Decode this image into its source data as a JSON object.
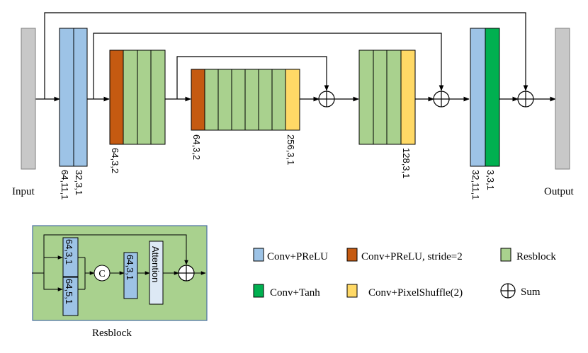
{
  "labels": {
    "input": "Input",
    "output": "Output",
    "resblock_caption": "Resblock"
  },
  "layer_params": {
    "first_a": "64,11,1",
    "first_b": "32,3,1",
    "down1": "64,3,2",
    "down2": "64,3,2",
    "shuffle_a": "256,3,1",
    "shuffle_b": "128,3,1",
    "last_a": "32,11,1",
    "last_b": "3,3,1"
  },
  "resblock_detail": {
    "conv_top": "64,3,1",
    "conv_bottom": "64,5,1",
    "concat_symbol": "C",
    "conv_mid": "64,3,1",
    "attention": "Attention"
  },
  "legend": {
    "conv_prelu": "Conv+PReLU",
    "conv_prelu_s2": "Conv+PReLU, stride=2",
    "resblock": "Resblock",
    "conv_tanh": "Conv+Tanh",
    "conv_pixelshuffle": "Conv+PixelShuffle(2)",
    "sum": "Sum"
  },
  "colors": {
    "gray": "#c8c8c8",
    "blue": "#9dc3e6",
    "orange": "#c55a11",
    "green": "#a9d18e",
    "dark_green": "#00b050",
    "yellow": "#ffd966",
    "resblock_bg": "#a9d18e",
    "resblock_border": "#4a6fa5"
  }
}
